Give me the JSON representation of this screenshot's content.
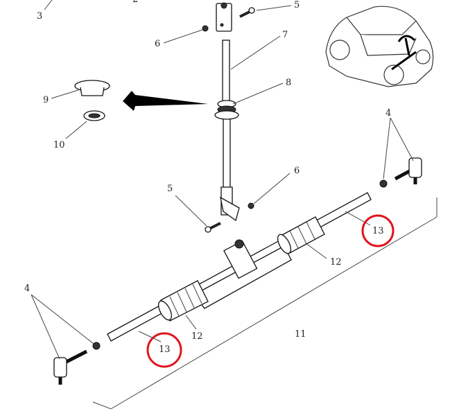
{
  "diagram": {
    "title": "Steering rack and column exploded view",
    "labels": {
      "l3": "3",
      "l2": "2",
      "l5_top": "5",
      "l6_top": "6",
      "l7": "7",
      "l8": "8",
      "l9": "9",
      "l10": "10",
      "l4_right": "4",
      "l6_mid": "6",
      "l5_mid": "5",
      "l13_right": "13",
      "l12_right": "12",
      "l4_left": "4",
      "l12_left": "12",
      "l13_left": "13",
      "l11": "11"
    },
    "highlight_color": "#e0141b"
  }
}
